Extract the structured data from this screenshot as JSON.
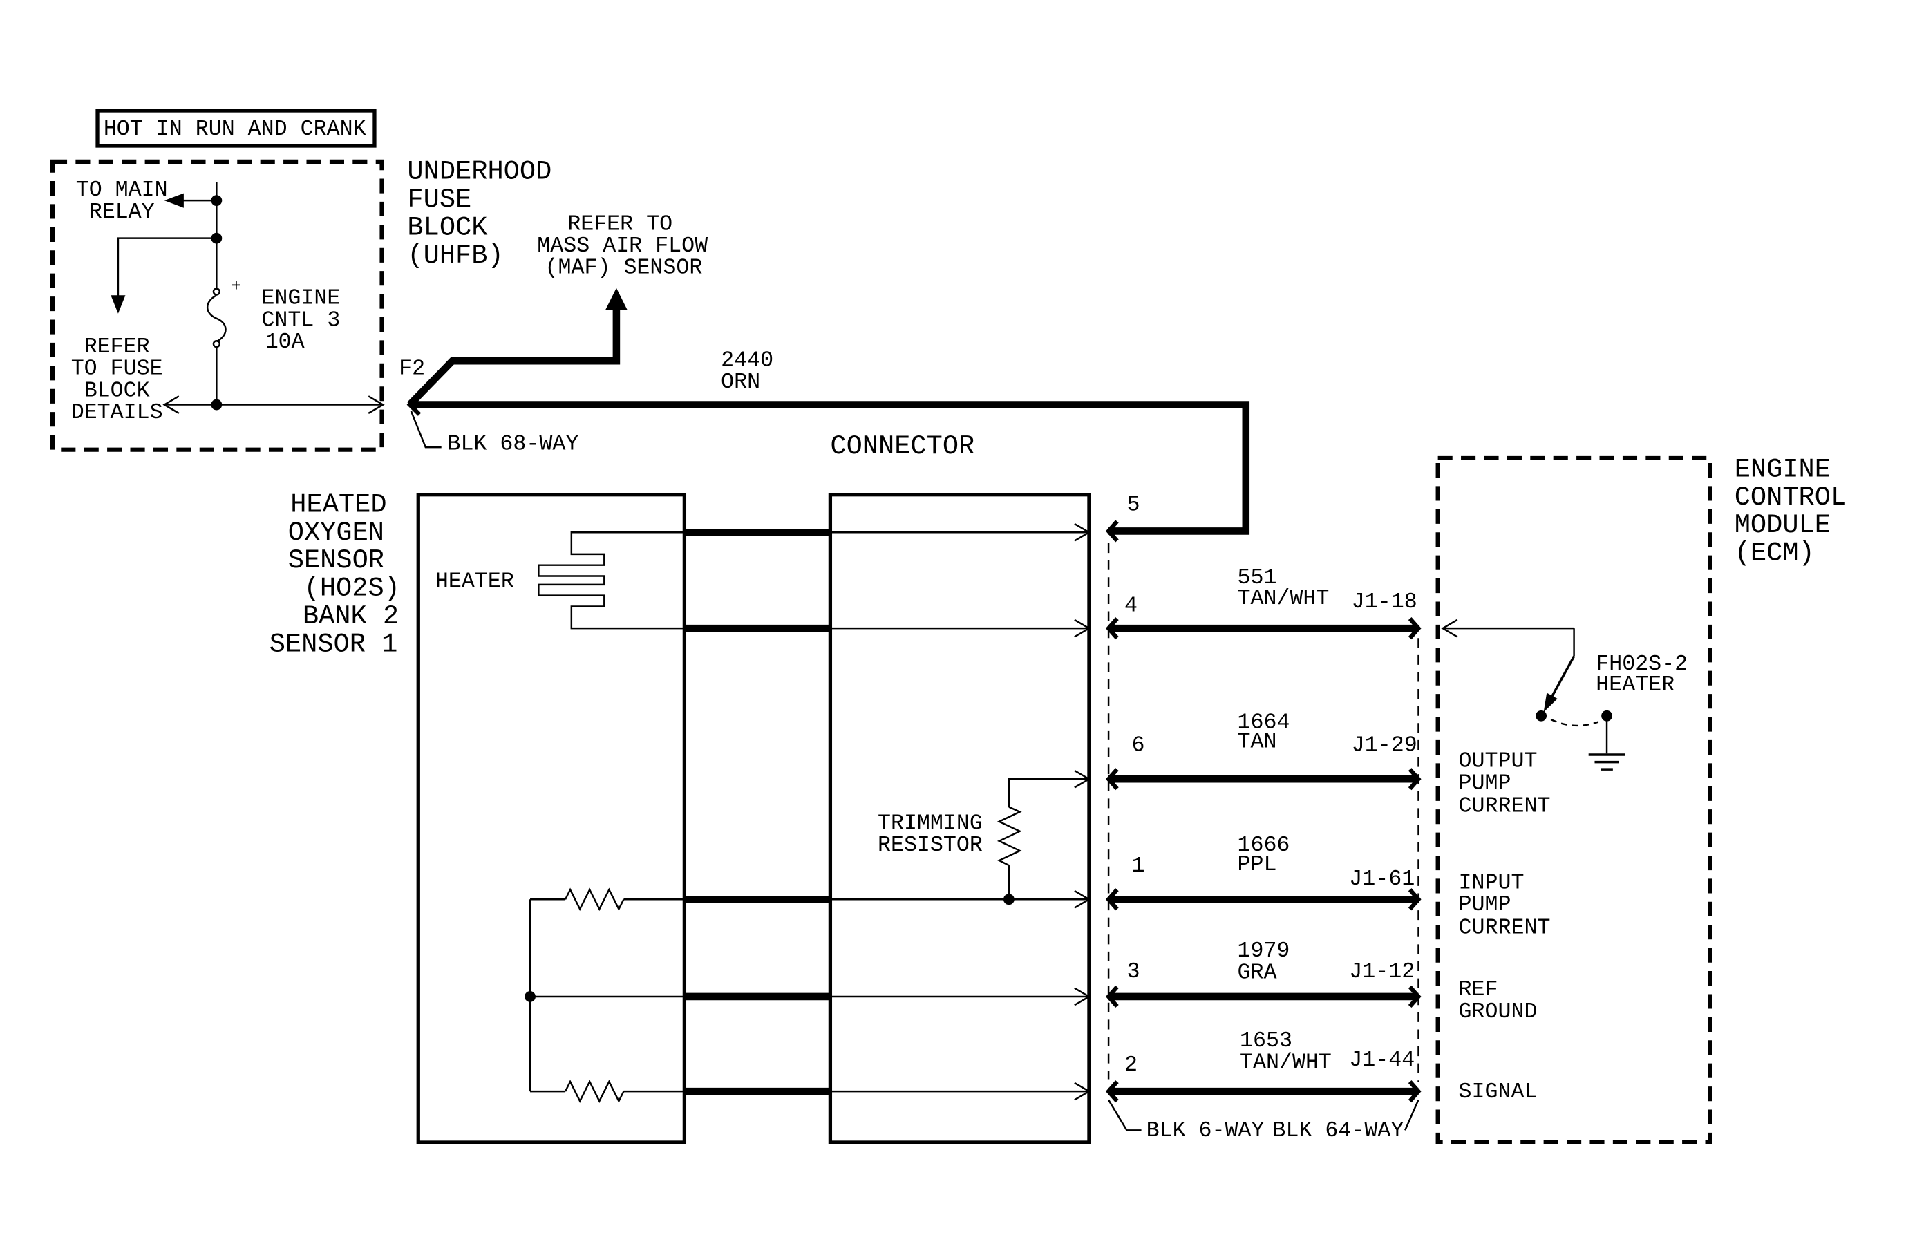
{
  "diagram": {
    "power_status": "HOT IN RUN AND CRANK",
    "uhfb": {
      "title": [
        "UNDERHOOD",
        "FUSE",
        "BLOCK",
        "(UHFB)"
      ],
      "to_main_relay": [
        "TO MAIN",
        "RELAY"
      ],
      "fuse": {
        "name": [
          "ENGINE",
          "CNTL 3"
        ],
        "rating": "10A",
        "polarity": "+"
      },
      "refer_fuse_block": [
        "REFER",
        "TO FUSE",
        "BLOCK",
        "DETAILS"
      ],
      "cavity": "F2",
      "connector": "BLK 68-WAY"
    },
    "maf_reference": [
      "REFER TO",
      "MASS AIR FLOW",
      "(MAF) SENSOR"
    ],
    "feed_wire": {
      "circuit": "2440",
      "color": "ORN"
    },
    "connector_label": "CONNECTOR",
    "sensor": {
      "title": [
        "HEATED",
        "OXYGEN",
        "SENSOR",
        "(HO2S)",
        "BANK 2",
        "SENSOR 1"
      ],
      "heater_label": "HEATER"
    },
    "trimming_resistor": [
      "TRIMMING",
      "RESISTOR"
    ],
    "circuits": [
      {
        "pin": "5"
      },
      {
        "pin": "4",
        "circuit": "551",
        "color": "TAN/WHT",
        "ecm_pin": "J1-18"
      },
      {
        "pin": "6",
        "circuit": "1664",
        "color": "TAN",
        "ecm_pin": "J1-29",
        "ecm_function": [
          "OUTPUT",
          "PUMP",
          "CURRENT"
        ]
      },
      {
        "pin": "1",
        "circuit": "1666",
        "color": "PPL",
        "ecm_pin": "J1-61",
        "ecm_function": [
          "INPUT",
          "PUMP",
          "CURRENT"
        ]
      },
      {
        "pin": "3",
        "circuit": "1979",
        "color": "GRA",
        "ecm_pin": "J1-12",
        "ecm_function": [
          "REF",
          "GROUND"
        ]
      },
      {
        "pin": "2",
        "circuit": "1653",
        "color": "TAN/WHT",
        "ecm_pin": "J1-44",
        "ecm_function": [
          "SIGNAL"
        ]
      }
    ],
    "harness_connectors": {
      "sensor_side": "BLK 6-WAY",
      "ecm_side": "BLK 64-WAY"
    },
    "ecm": {
      "title": [
        "ENGINE",
        "CONTROL",
        "MODULE",
        "(ECM)"
      ],
      "heater_driver": [
        "FH02S-2",
        "HEATER"
      ]
    },
    "colors": {
      "ink": "#000000",
      "background": "#ffffff"
    }
  }
}
